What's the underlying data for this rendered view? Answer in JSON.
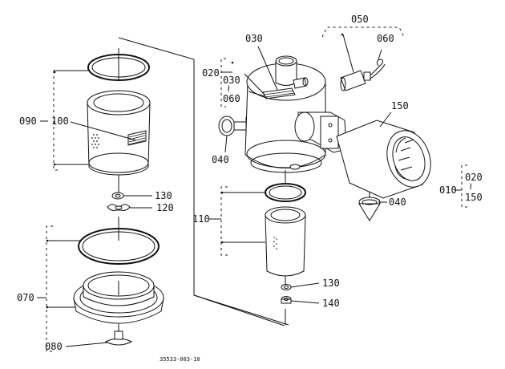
{
  "callouts": {
    "c050": "050",
    "c030": "030",
    "c060": "060",
    "c020": "020",
    "c030b": "030",
    "c060b": "060",
    "c150": "150",
    "c040a": "040",
    "c040b": "040",
    "c010": "010",
    "c020b": "020",
    "c150b": "150",
    "c090": "090",
    "c100": "100",
    "c130a": "130",
    "c120": "120",
    "c110": "110",
    "c070": "070",
    "c130b": "130",
    "c140": "140",
    "c080": "080"
  },
  "range_separator": "≀",
  "figure_number": "35533-003-10"
}
